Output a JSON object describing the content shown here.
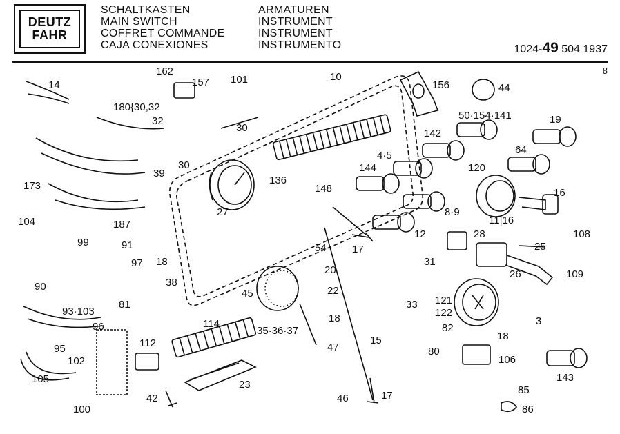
{
  "header": {
    "logo_line1": "DEUTZ",
    "logo_line2": "FAHR",
    "titles_left": [
      "SCHALTKASTEN",
      "MAIN SWITCH",
      "COFFRET COMMANDE",
      "CAJA CONEXIONES"
    ],
    "titles_right": [
      "ARMATUREN",
      "INSTRUMENT",
      "INSTRUMENT",
      "INSTRUMENTO"
    ],
    "part_number_a": "1024-",
    "part_number_b": "49",
    "part_number_c": " 504 1937",
    "page": "8"
  },
  "part_labels": [
    "14",
    "162",
    "157",
    "101",
    "10",
    "156",
    "44",
    "180{30,32",
    "32",
    "30",
    "30",
    "39",
    "173",
    "27",
    "136",
    "142",
    "50·154·141",
    "19",
    "4·5",
    "144",
    "148",
    "120",
    "64",
    "16",
    "104",
    "187",
    "8·9",
    "11|16",
    "99",
    "91",
    "17",
    "12",
    "28",
    "108",
    "25",
    "97",
    "54",
    "20",
    "90",
    "18",
    "38",
    "31",
    "26",
    "109",
    "45",
    "22",
    "81",
    "121",
    "122",
    "33",
    "93·103",
    "18",
    "3",
    "96",
    "114",
    "15",
    "82",
    "18",
    "35·36·37",
    "47",
    "95",
    "112",
    "80",
    "106",
    "102",
    "105",
    "23",
    "143",
    "42",
    "46",
    "17",
    "85",
    "100",
    "86"
  ]
}
